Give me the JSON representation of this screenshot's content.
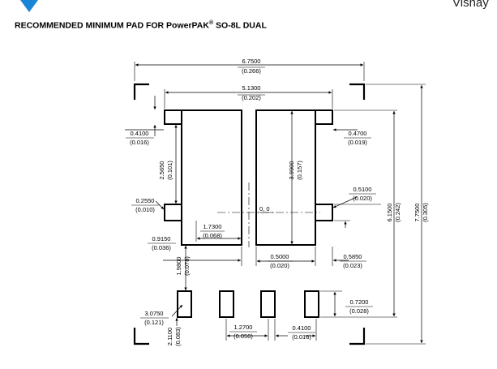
{
  "header": {
    "brand": "Vishay",
    "brand_color": "#1a85d6",
    "title_main": "RECOMMENDED MINIMUM PAD FOR PowerPAK",
    "title_reg": "®",
    "title_tail": " SO-8L DUAL"
  },
  "dims": {
    "overall_w": {
      "mm": "6.7500",
      "in": "(0.266)"
    },
    "inner_w": {
      "mm": "5.1300",
      "in": "(0.202)"
    },
    "tab_w_left": {
      "mm": "0.4100",
      "in": "(0.016)"
    },
    "tab_w_right": {
      "mm": "0.4700",
      "in": "(0.019)"
    },
    "tab_h_left": {
      "mm": "2.5650",
      "in": "(0.101)"
    },
    "pad_h": {
      "mm": "3.9900",
      "in": "(0.157)"
    },
    "origin": "0, 0",
    "tab_h_right": {
      "mm": "0.5100",
      "in": "(0.020)"
    },
    "tab_y_left": {
      "mm": "0.2550",
      "in": "(0.010)"
    },
    "pad_left_w": {
      "mm": "1.7300",
      "in": "(0.068)"
    },
    "pad_left_x": {
      "mm": "0.9150",
      "in": "(0.036)"
    },
    "gap_w": {
      "mm": "0.5000",
      "in": "(0.020)"
    },
    "tab_x_right": {
      "mm": "0.5850",
      "in": "(0.023)"
    },
    "pad_row_gap": {
      "mm": "1.9800",
      "in": "(0.078)"
    },
    "small_pad_h": {
      "mm": "0.7200",
      "in": "(0.028)"
    },
    "pitch": {
      "mm": "1.2700",
      "in": "(0.050)"
    },
    "small_pad_w": {
      "mm": "0.4100",
      "in": "(0.016)"
    },
    "lead_x": {
      "mm": "3.0750",
      "in": "(0.121)"
    },
    "lead_y": {
      "mm": "2.1100",
      "in": "(0.083)"
    },
    "inner_h": {
      "mm": "6.1500",
      "in": "(0.242)"
    },
    "overall_h": {
      "mm": "7.7500",
      "in": "(0.305)"
    }
  }
}
